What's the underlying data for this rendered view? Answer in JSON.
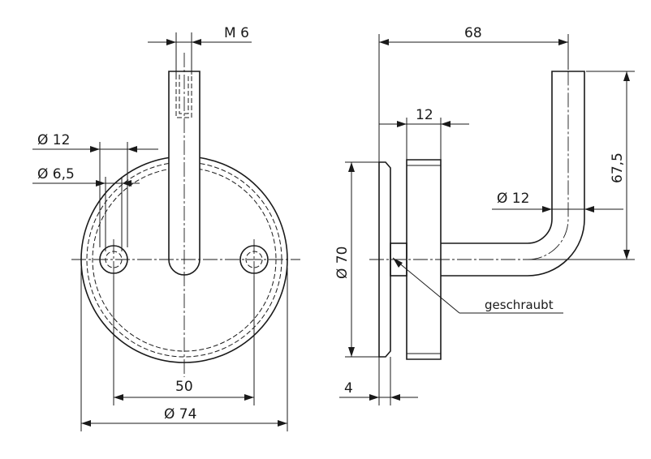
{
  "front_view": {
    "thread_label": "M 6",
    "hole_outer_label": "Ø 12",
    "hole_inner_label": "Ø 6,5",
    "hole_spacing_label": "50",
    "plate_diameter_label": "Ø 74"
  },
  "side_view": {
    "overall_length_label": "68",
    "plate_thickness_label": "12",
    "height_label": "67,5",
    "rod_diameter_label": "Ø 12",
    "plate_diameter_label": "Ø 70",
    "flange_thickness_label": "4",
    "note_label": "geschraubt"
  }
}
